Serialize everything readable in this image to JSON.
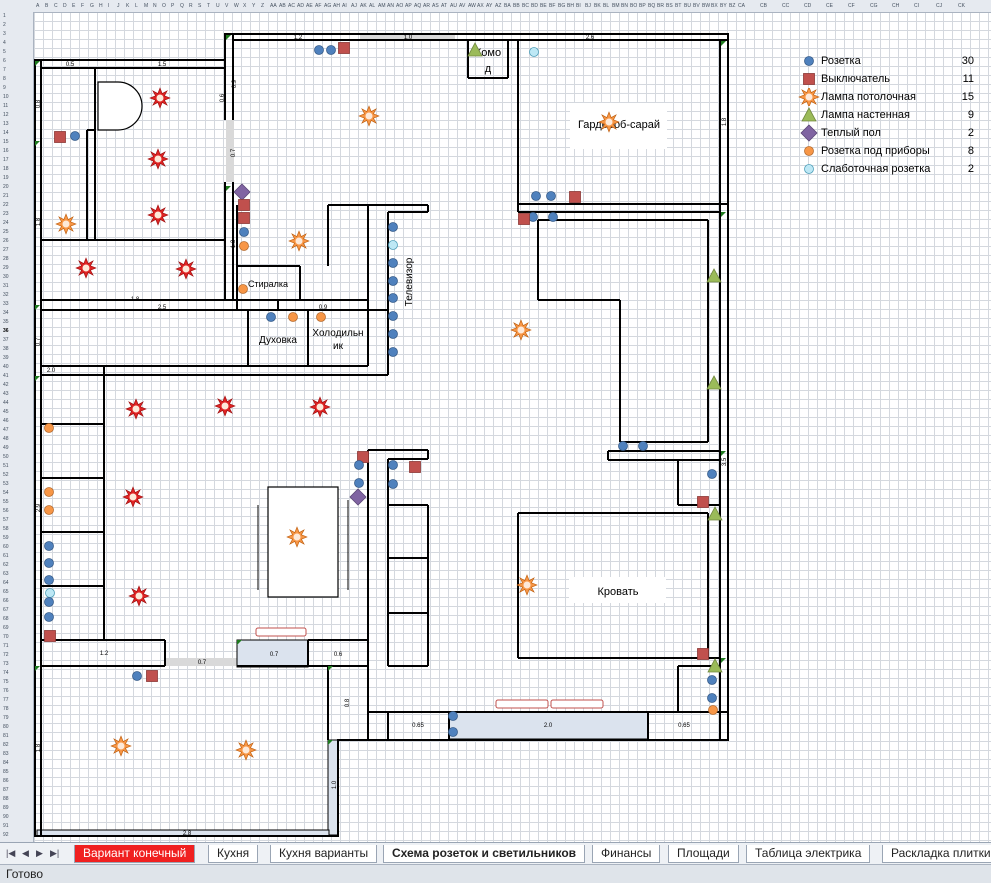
{
  "sheet": {
    "columns": [
      "A",
      "B",
      "C",
      "D",
      "E",
      "F",
      "G",
      "H",
      "I",
      "J",
      "K",
      "L",
      "M",
      "N",
      "O",
      "P",
      "Q",
      "R",
      "S",
      "T",
      "U",
      "V",
      "W",
      "X",
      "Y",
      "Z",
      "AA",
      "AB",
      "AC",
      "AD",
      "AE",
      "AF",
      "AG",
      "AH",
      "AI",
      "AJ",
      "AK",
      "AL",
      "AM",
      "AN",
      "AO",
      "AP",
      "AQ",
      "AR",
      "AS",
      "AT",
      "AU",
      "AV",
      "AW",
      "AX",
      "AY",
      "AZ",
      "BA",
      "BB",
      "BC",
      "BD",
      "BE",
      "BF",
      "BG",
      "BH",
      "BI",
      "BJ",
      "BK",
      "BL",
      "BM",
      "BN",
      "BO",
      "BP",
      "BQ",
      "BR",
      "BS",
      "BT",
      "BU",
      "BV",
      "BW",
      "BX",
      "BY",
      "BZ",
      "CA",
      "CB",
      "CC",
      "CD",
      "CE",
      "CF",
      "CG",
      "CH",
      "CI",
      "CJ",
      "CK"
    ],
    "selected_row": "36"
  },
  "legend": [
    {
      "symbol": "socket",
      "name": "Розетка",
      "count": "30"
    },
    {
      "symbol": "switch",
      "name": "Выключатель",
      "count": "11"
    },
    {
      "symbol": "ceiling-lamp",
      "name": "Лампа потолочная",
      "count": "15"
    },
    {
      "symbol": "wall-lamp",
      "name": "Лампа настенная",
      "count": "9"
    },
    {
      "symbol": "warm-floor",
      "name": "Теплый пол",
      "count": "2"
    },
    {
      "symbol": "appliance-socket",
      "name": "Розетка под приборы",
      "count": "8"
    },
    {
      "symbol": "low-current-socket",
      "name": "Слаботочная розетка",
      "count": "2"
    }
  ],
  "plan_labels": {
    "komod": "Комод",
    "garderob": "Гардероб-сарай",
    "televizor": "Телевизор",
    "stiralka": "Стиралка",
    "duhovka": "Духовка",
    "holodilnik": "Холодильник",
    "krovat": "Кровать"
  },
  "dimensions": {
    "d1": "1.2",
    "d2": "1.0",
    "d3": "2.6",
    "d4": "0.5",
    "d5": "1.5",
    "d6": "0.9",
    "d7": "0.6",
    "d8": "0.8",
    "d9": "0.7",
    "d10": "1.8",
    "d11": "1.3",
    "d12": "1.8",
    "d13": "2.5",
    "d14": "0.9",
    "d15": "0.7",
    "d16": "2.0",
    "d17": "2.9",
    "d18": "1.2",
    "d19": "0.7",
    "d20": "0.7",
    "d21": "0.6",
    "d22": "0.8",
    "d23": "1.8",
    "d24": "1.0",
    "d25": "2.8",
    "d26": "0.65",
    "d27": "2.0",
    "d28": "0.65",
    "d29": "1.8",
    "d30": "3.5"
  },
  "tabs": [
    {
      "label": "Вариант конечный",
      "style": "red"
    },
    {
      "label": "Кухня",
      "style": "normal"
    },
    {
      "label": "Кухня варианты",
      "style": "normal"
    },
    {
      "label": "Схема розеток и светильников",
      "style": "active"
    },
    {
      "label": "Финансы",
      "style": "normal"
    },
    {
      "label": "Площади",
      "style": "normal"
    },
    {
      "label": "Таблица электрика",
      "style": "normal"
    },
    {
      "label": "Раскладка плитки",
      "style": "normal"
    }
  ],
  "status": "Готово",
  "colors": {
    "socket": "#4f81bd",
    "switch": "#c0504d",
    "ceiling_lamp_orange": "#f79646",
    "ceiling_lamp_red": "#e02424",
    "wall_lamp": "#9bbb59",
    "warm_floor": "#8064a2",
    "appliance_socket": "#f79646",
    "low_current_socket": "#bde8f5",
    "active_tab_red": "#f02020"
  }
}
